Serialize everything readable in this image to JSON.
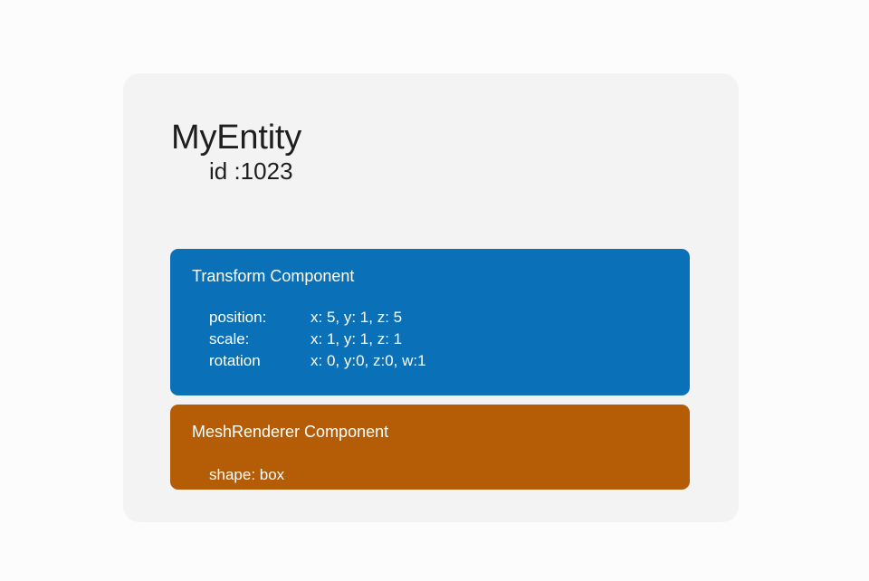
{
  "page": {
    "background_color": "#fcfcfc"
  },
  "entity": {
    "card_background_color": "#f4f3f4",
    "title": "MyEntity",
    "id_label": "id :1023",
    "components": [
      {
        "name": "Transform Component",
        "color": "#0a70b8",
        "properties": [
          {
            "key": "position:",
            "value": "x: 5, y: 1, z: 5"
          },
          {
            "key": "scale:",
            "value": "x: 1, y: 1, z: 1"
          },
          {
            "key": "rotation",
            "value": "x: 0, y:0, z:0, w:1"
          }
        ]
      },
      {
        "name": "MeshRenderer Component",
        "color": "#b55c07",
        "properties": [
          {
            "key": "shape: box",
            "value": ""
          }
        ]
      }
    ]
  }
}
